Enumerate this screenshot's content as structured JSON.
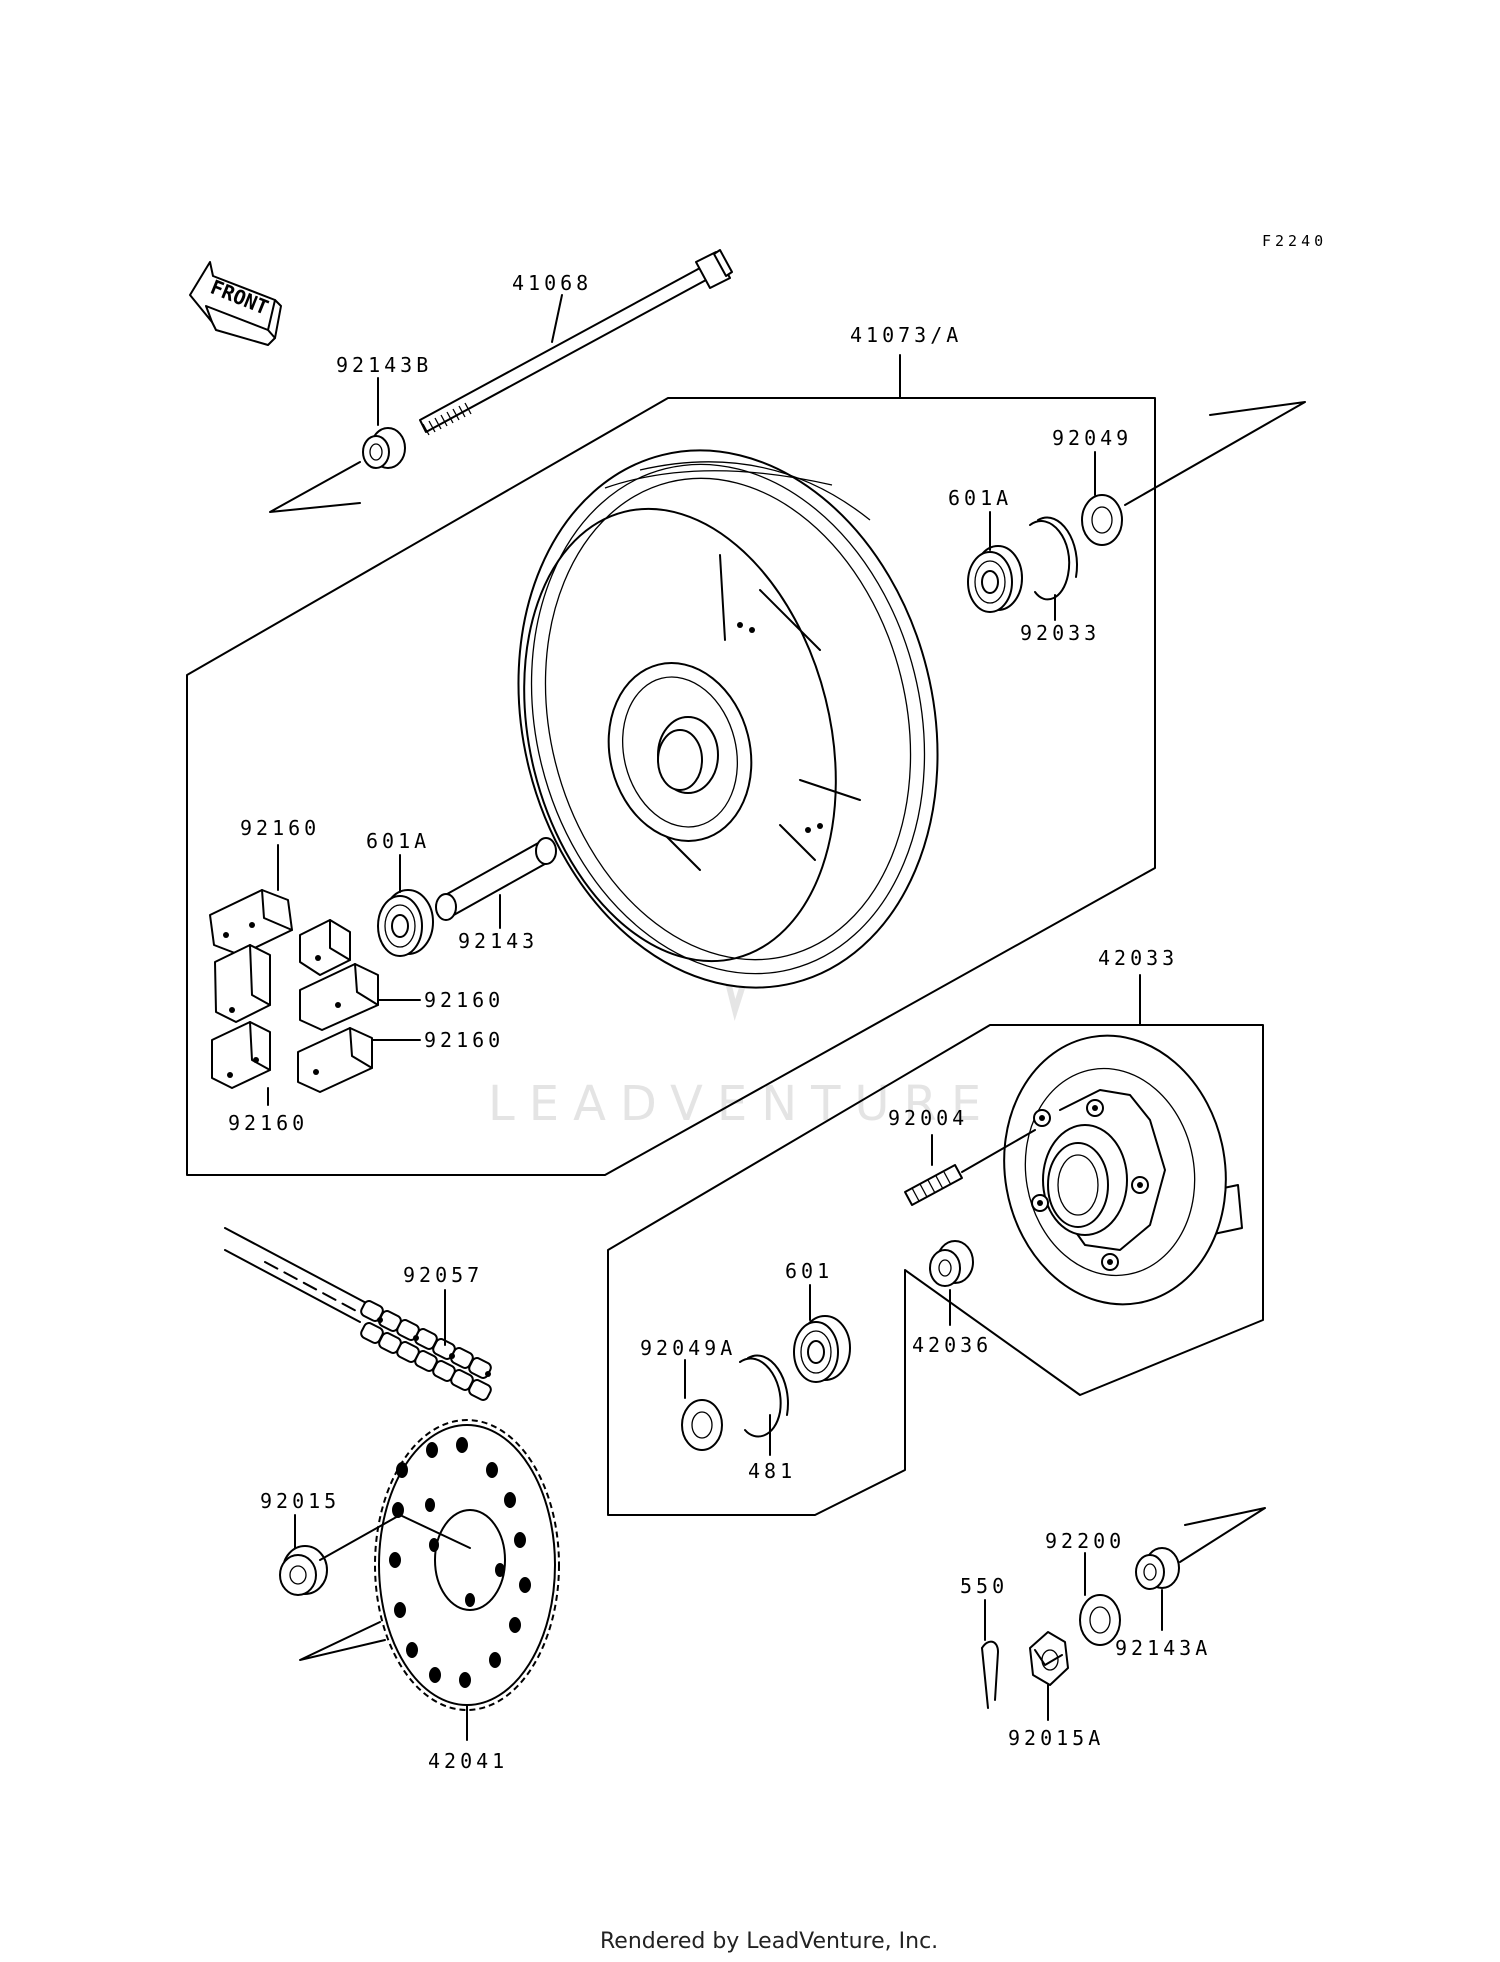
{
  "diagram": {
    "ref_code": "F2240",
    "front_arrow_label": "FRONT",
    "watermark": "LEADVENTURE",
    "footer": "Rendered by LeadVenture, Inc.",
    "parts": [
      {
        "id": "41068",
        "label": "41068"
      },
      {
        "id": "92143B",
        "label": "92143B"
      },
      {
        "id": "41073A",
        "label": "41073/A"
      },
      {
        "id": "92049",
        "label": "92049"
      },
      {
        "id": "601A-top",
        "label": "601A"
      },
      {
        "id": "92033",
        "label": "92033"
      },
      {
        "id": "92160-a",
        "label": "92160"
      },
      {
        "id": "601A-left",
        "label": "601A"
      },
      {
        "id": "92143",
        "label": "92143"
      },
      {
        "id": "92160-b",
        "label": "92160"
      },
      {
        "id": "92160-c",
        "label": "92160"
      },
      {
        "id": "92160-d",
        "label": "92160"
      },
      {
        "id": "42033",
        "label": "42033"
      },
      {
        "id": "92004",
        "label": "92004"
      },
      {
        "id": "92057",
        "label": "92057"
      },
      {
        "id": "601",
        "label": "601"
      },
      {
        "id": "92049A",
        "label": "92049A"
      },
      {
        "id": "42036",
        "label": "42036"
      },
      {
        "id": "481",
        "label": "481"
      },
      {
        "id": "92015",
        "label": "92015"
      },
      {
        "id": "92200",
        "label": "92200"
      },
      {
        "id": "550",
        "label": "550"
      },
      {
        "id": "92143A",
        "label": "92143A"
      },
      {
        "id": "92015A",
        "label": "92015A"
      },
      {
        "id": "42041",
        "label": "42041"
      }
    ]
  }
}
